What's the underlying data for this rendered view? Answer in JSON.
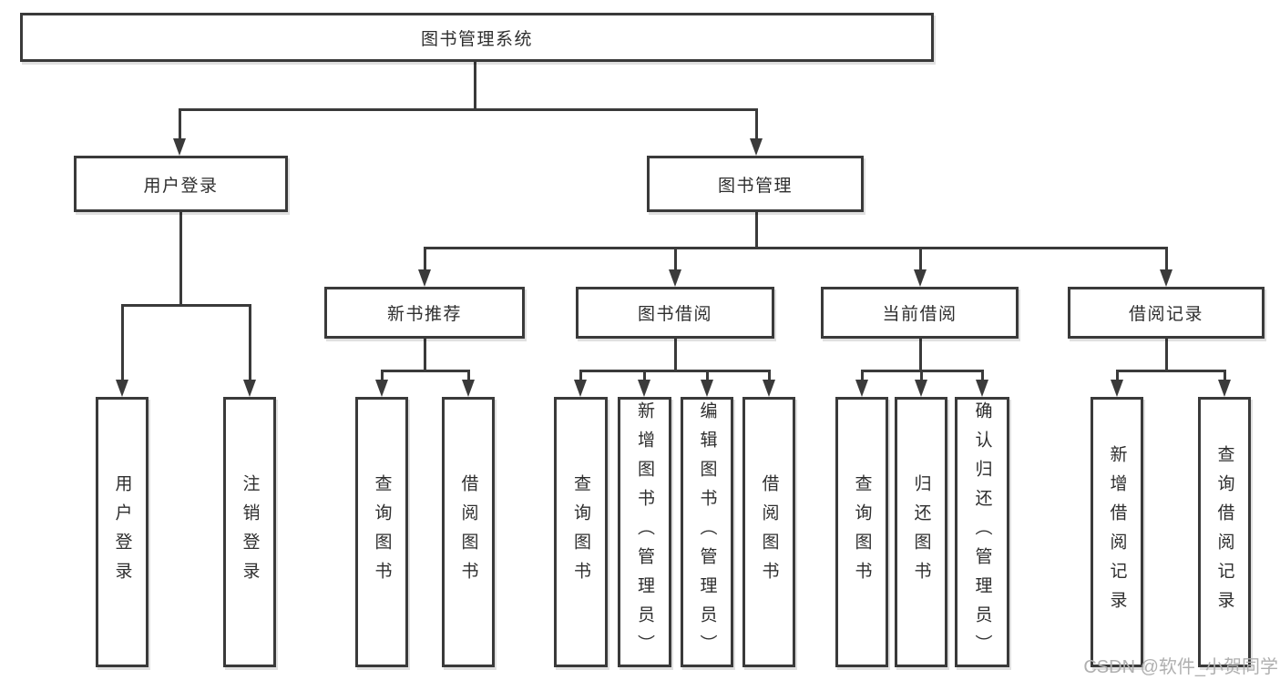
{
  "diagram": {
    "root_label": "图书管理系统",
    "level2": [
      "用户登录",
      "图书管理"
    ],
    "level3": [
      "新书推荐",
      "图书借阅",
      "当前借阅",
      "借阅记录"
    ],
    "leaves_user": [
      "用户登录",
      "注销登录"
    ],
    "leaves_newbook": [
      "查询图书",
      "借阅图书"
    ],
    "leaves_borrow": [
      "查询图书",
      "新增图书（管理员）",
      "编辑图书（管理员）",
      "借阅图书"
    ],
    "leaves_current": [
      "查询图书",
      "归还图书",
      "确认归还（管理员）"
    ],
    "leaves_records": [
      "新增借阅记录",
      "查询借阅记录"
    ],
    "watermark": "CSDN @软件_小贺同学",
    "line_color": "#3a3a3a"
  }
}
